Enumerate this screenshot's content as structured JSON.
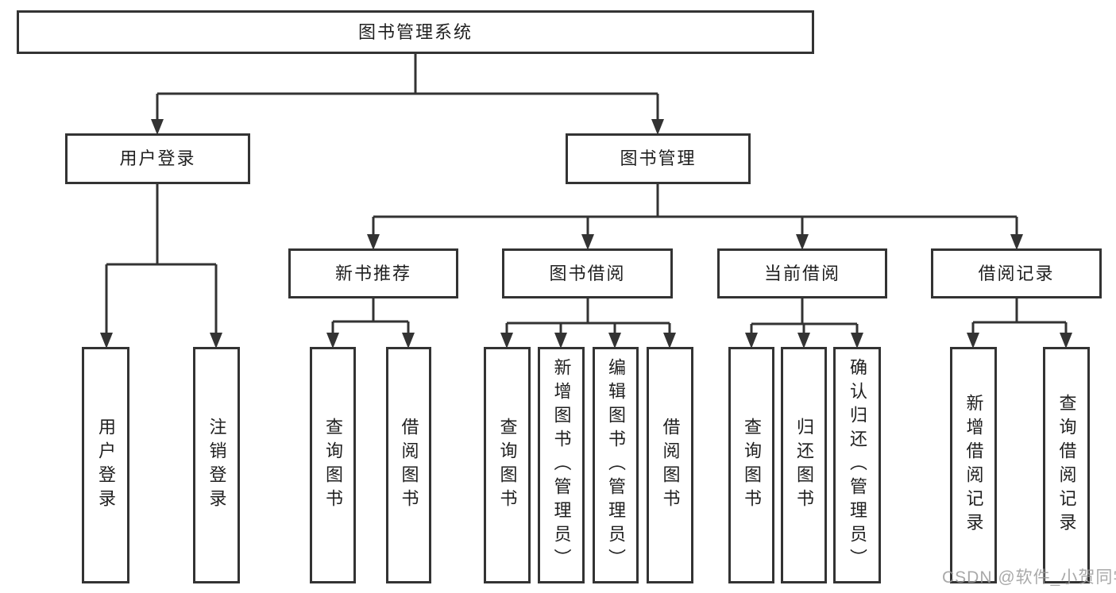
{
  "nodes": {
    "root": "图书管理系统",
    "user_login": "用户登录",
    "book_mgmt": "图书管理",
    "new_book_rec": "新书推荐",
    "book_borrow": "图书借阅",
    "current_borrow": "当前借阅",
    "borrow_record": "借阅记录",
    "leaf_user_login": "用户登录",
    "leaf_logout": "注销登录",
    "leaf_nbr_query": "查询图书",
    "leaf_nbr_borrow": "借阅图书",
    "leaf_bb_query": "查询图书",
    "leaf_bb_add": "新增图书（管理员）",
    "leaf_bb_edit": "编辑图书（管理员）",
    "leaf_bb_borrow": "借阅图书",
    "leaf_cb_query": "查询图书",
    "leaf_cb_return": "归还图书",
    "leaf_cb_confirm": "确认归还（管理员）",
    "leaf_br_add": "新增借阅记录",
    "leaf_br_query": "查询借阅记录"
  },
  "watermark": "CSDN @软件_小贺同学",
  "colors": {
    "line": "#333333",
    "text": "#1f1f1f",
    "watermark": "#9b9b9b",
    "background": "#ffffff"
  }
}
